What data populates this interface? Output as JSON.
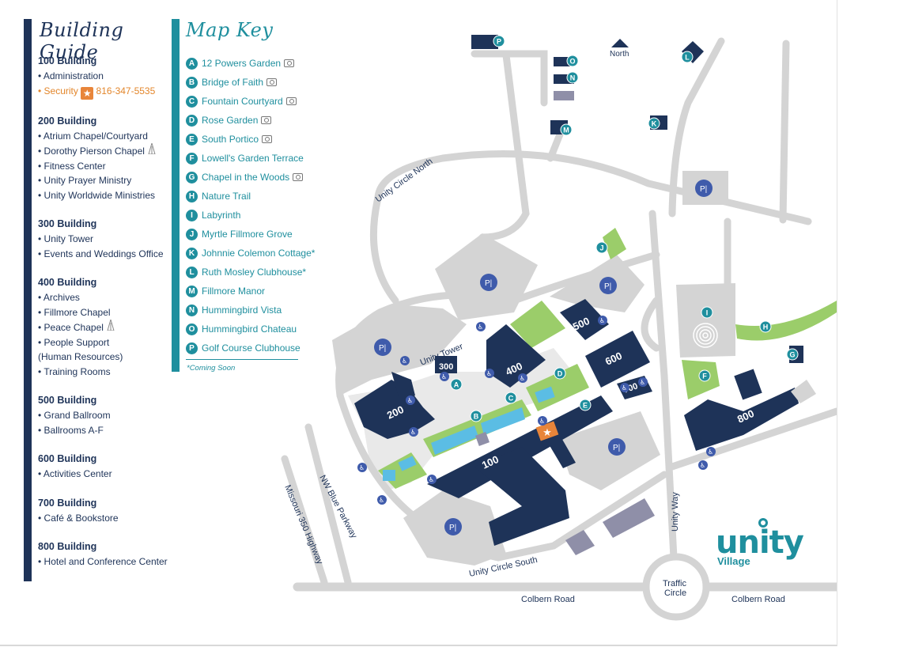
{
  "building_guide": {
    "title": "Building Guide",
    "buildings": [
      {
        "name": "100 Building",
        "items": [
          "• Administration"
        ],
        "security": {
          "label": "• Security",
          "phone": "816-347-5535"
        }
      },
      {
        "name": "200 Building",
        "items": [
          "• Atrium Chapel/Courtyard",
          "• Dorothy Pierson Chapel",
          "• Fitness Center",
          "• Unity Prayer Ministry",
          "• Unity Worldwide Ministries"
        ]
      },
      {
        "name": "300 Building",
        "items": [
          "• Unity Tower",
          "• Events and Weddings Office"
        ]
      },
      {
        "name": "400 Building",
        "items": [
          "• Archives",
          "• Fillmore Chapel",
          "• Peace Chapel",
          "• People Support",
          "  (Human Resources)",
          "• Training Rooms"
        ]
      },
      {
        "name": "500 Building",
        "items": [
          "• Grand Ballroom",
          "• Ballrooms A-F"
        ]
      },
      {
        "name": "600 Building",
        "items": [
          "• Activities Center"
        ]
      },
      {
        "name": "700 Building",
        "items": [
          "• Café & Bookstore"
        ]
      },
      {
        "name": "800 Building",
        "items": [
          "• Hotel and Conference Center"
        ]
      }
    ]
  },
  "map_key": {
    "title": "Map Key",
    "items": [
      {
        "letter": "A",
        "label": "12 Powers Garden",
        "camera": true
      },
      {
        "letter": "B",
        "label": "Bridge of Faith",
        "camera": true
      },
      {
        "letter": "C",
        "label": "Fountain Courtyard",
        "camera": true
      },
      {
        "letter": "D",
        "label": "Rose Garden",
        "camera": true
      },
      {
        "letter": "E",
        "label": "South Portico",
        "camera": true
      },
      {
        "letter": "F",
        "label": "Lowell's Garden Terrace",
        "camera": false
      },
      {
        "letter": "G",
        "label": "Chapel in the Woods",
        "camera": true
      },
      {
        "letter": "H",
        "label": "Nature Trail",
        "camera": false
      },
      {
        "letter": "I",
        "label": "Labyrinth",
        "camera": false
      },
      {
        "letter": "J",
        "label": "Myrtle Fillmore Grove",
        "camera": false
      },
      {
        "letter": "K",
        "label": "Johnnie Colemon Cottage*",
        "camera": false
      },
      {
        "letter": "L",
        "label": "Ruth Mosley Clubhouse*",
        "camera": false
      },
      {
        "letter": "M",
        "label": "Fillmore Manor",
        "camera": false
      },
      {
        "letter": "N",
        "label": "Hummingbird Vista",
        "camera": false
      },
      {
        "letter": "O",
        "label": "Hummingbird Chateau",
        "camera": false
      },
      {
        "letter": "P",
        "label": "Golf Course Clubhouse",
        "camera": false
      }
    ],
    "note": "*Coming Soon"
  },
  "map": {
    "roads": {
      "unity_circle_north": "Unity Circle North",
      "unity_circle_south": "Unity Circle South",
      "nw_blue_parkway": "NW Blue Parkway",
      "missouri_350": "Missouri 350 Highway",
      "unity_way": "Unity Way",
      "colbern_left": "Colbern Road",
      "colbern_right": "Colbern Road",
      "traffic_circle_1": "Traffic",
      "traffic_circle_2": "Circle"
    },
    "north": "North",
    "buildings": {
      "b100": "100",
      "b200": "200",
      "b300": "300",
      "b400": "400",
      "b500": "500",
      "b600": "600",
      "b700": "700",
      "b800": "800"
    },
    "unity_tower": "Unity Tower",
    "parking": "P",
    "accessible": "♿",
    "security_star": "★",
    "markers": [
      "A",
      "B",
      "C",
      "D",
      "E",
      "F",
      "G",
      "H",
      "I",
      "J",
      "K",
      "L",
      "M",
      "N",
      "O",
      "P"
    ]
  },
  "logo": {
    "word": "unity",
    "sub": "Village"
  },
  "colors": {
    "navy": "#1e3358",
    "teal": "#1f8f9e",
    "orange": "#e8853a",
    "road": "#d4d4d4",
    "lot": "#d4d4d4",
    "green": "#9bcd6a",
    "water": "#5bbde4",
    "parking": "#3f5bab"
  }
}
